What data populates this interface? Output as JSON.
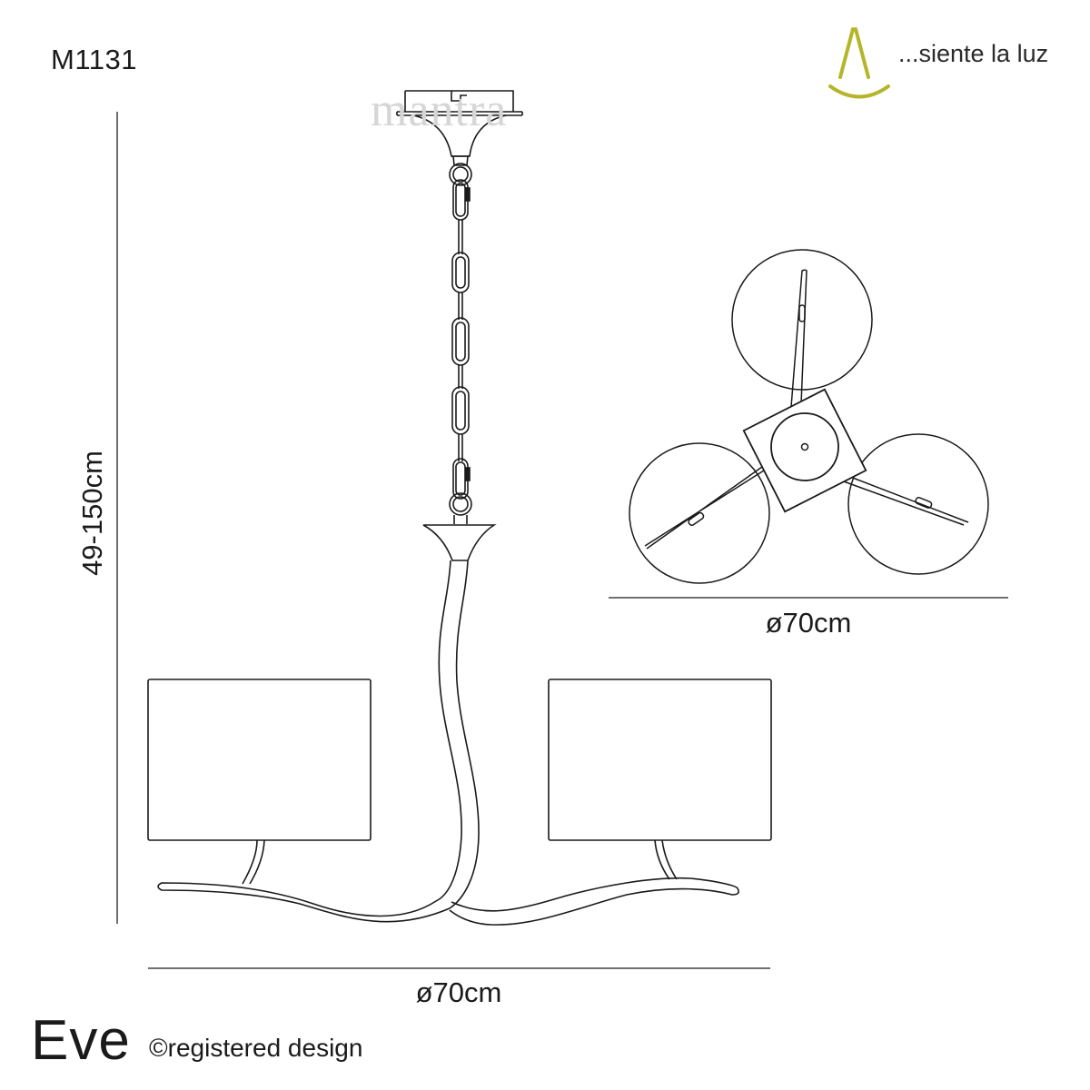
{
  "header": {
    "model_code": "M1131",
    "tagline": "...siente la luz",
    "logo_color": "#b5b52a",
    "watermark": "mantra"
  },
  "dimensions": {
    "height_range": "49-150cm",
    "top_view_diameter": "ø70cm",
    "side_view_width": "ø70cm"
  },
  "footer": {
    "product_name": "Eve",
    "copyright": "©registered design"
  },
  "drawing": {
    "line_color": "#1a1a1a",
    "dimension_line_color": "#707070",
    "views": [
      "side-elevation",
      "top-plan"
    ],
    "shade_count_visible_side": 2,
    "shade_count_top": 3
  }
}
